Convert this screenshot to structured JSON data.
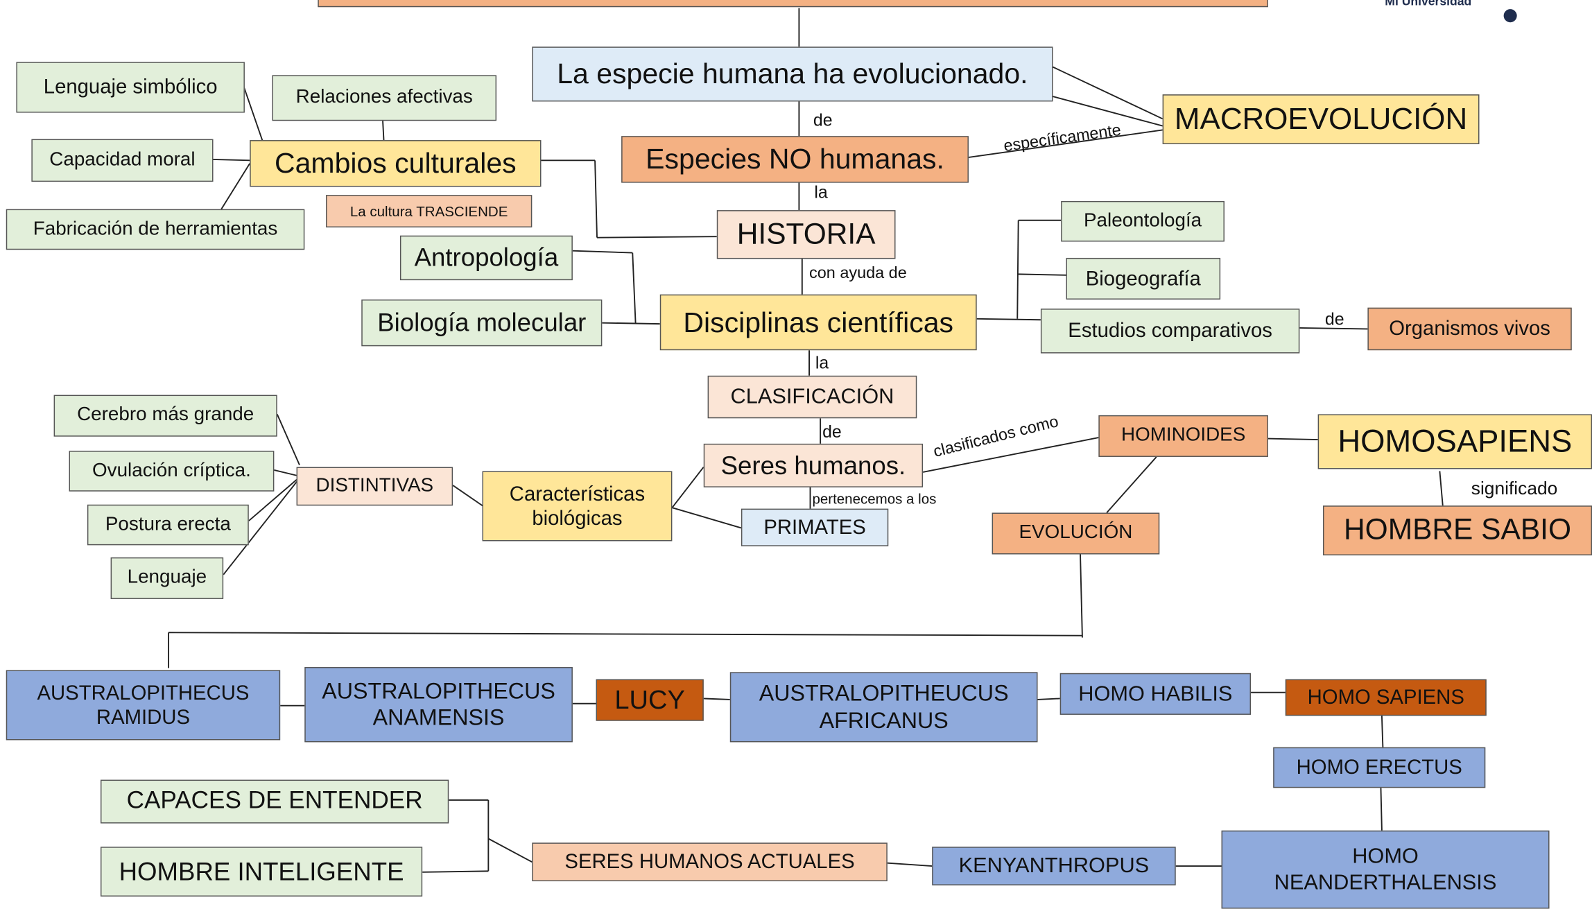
{
  "brand": {
    "text": "Mi Universidad"
  },
  "colors": {
    "green": "#e2efda",
    "yellow": "#ffe699",
    "orange": "#f4b183",
    "peach": "#fbe5d6",
    "salmon": "#f8cbad",
    "light_blue": "#deebf7",
    "blue": "#8faadc",
    "brown": "#c55a11"
  },
  "nodes": {
    "especie": "La especie humana ha evolucionado.",
    "macroevolucion": "MACROEVOLUCIÓN",
    "especies_no": "Especies NO humanas.",
    "historia": "HISTORIA",
    "cambios": "Cambios culturales",
    "cultura_trasciende": "La cultura TRASCIENDE",
    "lenguaje_simbolico": "Lenguaje simbólico",
    "relaciones": "Relaciones afectivas",
    "capacidad_moral": "Capacidad moral",
    "herramientas": "Fabricación de herramientas",
    "antropologia": "Antropología",
    "biologia_molecular": "Biología molecular",
    "disciplinas": "Disciplinas científicas",
    "paleontologia": "Paleontología",
    "biogeografia": "Biogeografía",
    "estudios": "Estudios comparativos",
    "organismos": "Organismos vivos",
    "clasificacion": "CLASIFICACIÓN",
    "seres": "Seres humanos.",
    "primates": "PRIMATES",
    "hominoides": "HOMINOIDES",
    "homosapiens_big": "HOMOSAPIENS",
    "hombre_sabio": "HOMBRE SABIO",
    "evolucion": "EVOLUCIÓN",
    "caracteristicas": "Características\nbiológicas",
    "distintivas": "DISTINTIVAS",
    "cerebro": "Cerebro más grande",
    "ovulacion": "Ovulación críptica.",
    "postura": "Postura erecta",
    "lenguaje": "Lenguaje",
    "aus_ramidus": "AUSTRALOPITHECUS\nRAMIDUS",
    "aus_anamensis": "AUSTRALOPITHECUS\nANAMENSIS",
    "lucy": "LUCY",
    "aus_africanus": "AUSTRALOPITHEUCUS\nAFRICANUS",
    "homo_habilis": "HOMO HABILIS",
    "homo_sapiens": "HOMO SAPIENS",
    "homo_erectus": "HOMO ERECTUS",
    "homo_neander": "HOMO\nNEANDERTHALENSIS",
    "kenyanthropus": "KENYANTHROPUS",
    "seres_actuales": "SERES HUMANOS ACTUALES",
    "capaces": "CAPACES DE ENTENDER",
    "hombre_inteligente": "HOMBRE INTELIGENTE"
  },
  "links": {
    "de_1": "de",
    "especificamente": "específicamente",
    "la_1": "la",
    "con_ayuda": "con ayuda de",
    "la_2": "la",
    "de_2": "de",
    "de_3": "de",
    "pertenecemos": "pertenecemos a los",
    "clasificados": "clasificados como",
    "significado": "significado"
  }
}
